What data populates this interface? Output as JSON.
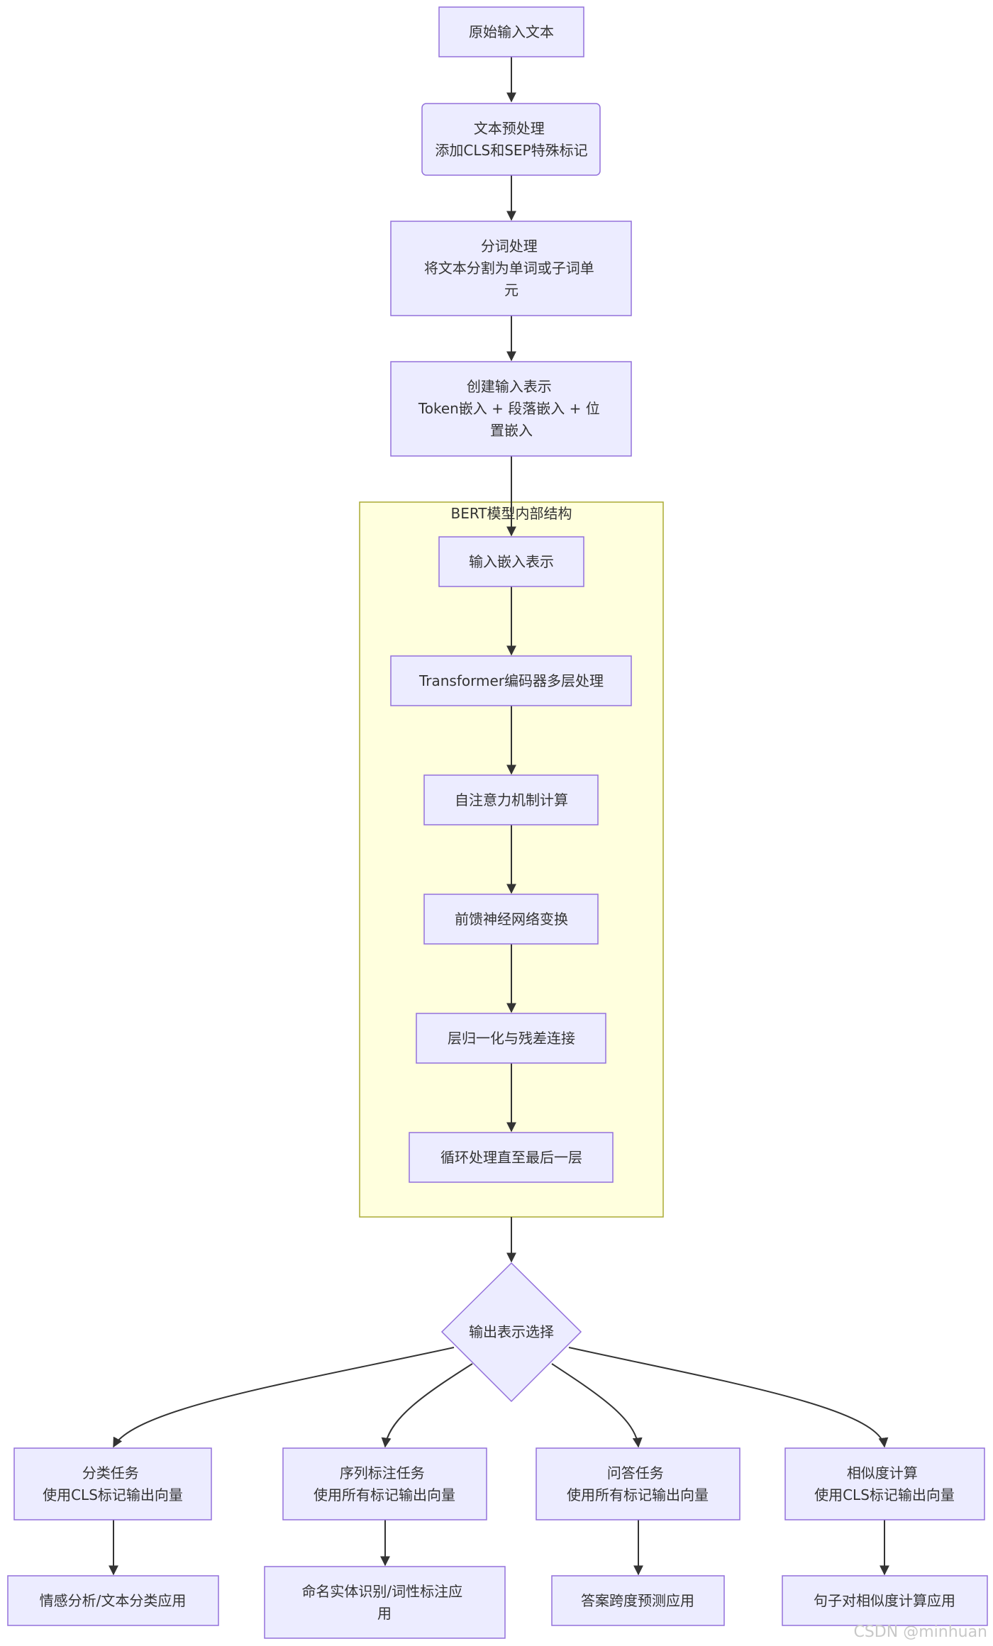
{
  "nodes": {
    "raw": [
      "原始输入文本"
    ],
    "pre": [
      "文本预处理",
      "添加CLS和SEP特殊标记"
    ],
    "tok": [
      "分词处理",
      "将文本分割为单词或子词单",
      "元"
    ],
    "rep": [
      "创建输入表示",
      "Token嵌入 + 段落嵌入 + 位",
      "置嵌入"
    ],
    "emb": [
      "输入嵌入表示"
    ],
    "trf": [
      "Transformer编码器多层处理"
    ],
    "att": [
      "自注意力机制计算"
    ],
    "ffn": [
      "前馈神经网络变换"
    ],
    "ln": [
      "层归一化与残差连接"
    ],
    "loop": [
      "循环处理直至最后一层"
    ],
    "sel": [
      "输出表示选择"
    ],
    "cls": [
      "分类任务",
      "使用CLS标记输出向量"
    ],
    "seq": [
      "序列标注任务",
      "使用所有标记输出向量"
    ],
    "qa": [
      "问答任务",
      "使用所有标记输出向量"
    ],
    "sim": [
      "相似度计算",
      "使用CLS标记输出向量"
    ],
    "app1": [
      "情感分析/文本分类应用"
    ],
    "app2": [
      "命名实体识别/词性标注应",
      "用"
    ],
    "app3": [
      "答案跨度预测应用"
    ],
    "app4": [
      "句子对相似度计算应用"
    ]
  },
  "cluster": {
    "title": "BERT模型内部结构"
  },
  "watermark": "CSDN @minhuan",
  "colors": {
    "node_fill": "#ECECFF",
    "node_stroke": "#9370DB",
    "cluster_fill": "#FFFFDE",
    "cluster_stroke": "#AAAA33",
    "edge": "#333333"
  }
}
